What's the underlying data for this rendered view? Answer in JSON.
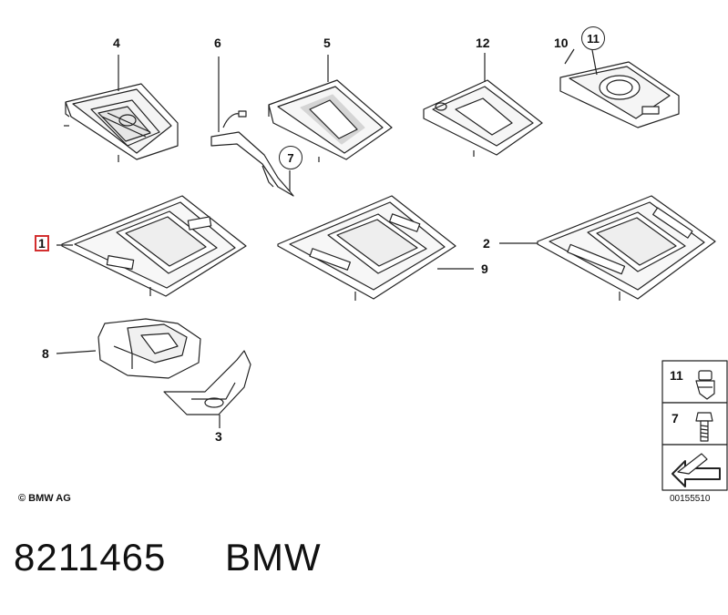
{
  "callouts": {
    "n1": "1",
    "n2": "2",
    "n3": "3",
    "n4": "4",
    "n5": "5",
    "n6": "6",
    "n7": "7",
    "n8": "8",
    "n9": "9",
    "n10": "10",
    "n11": "11",
    "n12": "12"
  },
  "legend": {
    "item_a": "11",
    "item_b": "7"
  },
  "footer": {
    "copyright": "© BMW AG",
    "doc_number": "00155510",
    "part_number": "8211465",
    "brand": "BMW"
  },
  "colors": {
    "line": "#222222",
    "fill": "#ffffff",
    "highlight": "#d32f2f"
  }
}
